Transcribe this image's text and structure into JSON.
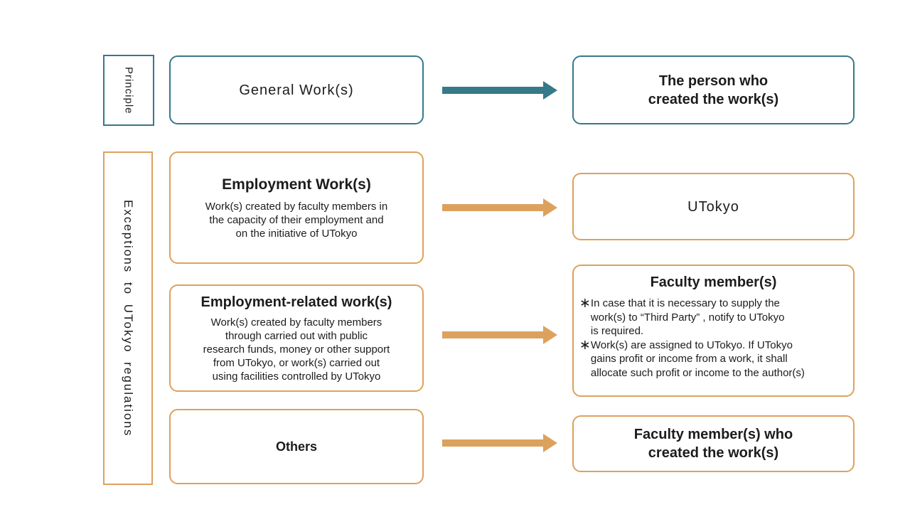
{
  "colors": {
    "teal": "#35798B",
    "orange": "#DDA15E",
    "text": "#1C1C1C",
    "background": "#FFFFFF"
  },
  "left_rail": {
    "principle": "Principle",
    "exceptions": "Exceptions to UTokyo regulations"
  },
  "principle_row": {
    "source": {
      "title": "General Work(s)"
    },
    "target": {
      "title": "The person who\ncreated the work(s)"
    }
  },
  "exception_rows": {
    "employment": {
      "source_title": "Employment Work(s)",
      "source_description": "Work(s) created by faculty members in\nthe capacity of their employment and\non the initiative of UTokyo",
      "target_title": "UTokyo"
    },
    "employment_related": {
      "source_title": "Employment-related work(s)",
      "source_description": "Work(s) created by faculty members\nthrough carried out with public\nresearch funds, money or other support\nfrom UTokyo, or work(s) carried out\nusing facilities controlled by UTokyo",
      "target_title": "Faculty member(s)",
      "target_notes": [
        {
          "marker": "∗",
          "text": "In case that it is necessary to supply the\nwork(s) to “Third Party” , notify to UTokyo\nis required."
        },
        {
          "marker": "∗",
          "text": "Work(s) are assigned to UTokyo. If UTokyo\ngains profit or income from a work, it shall\nallocate such profit or income to the author(s)"
        }
      ]
    },
    "others": {
      "source_title": "Others",
      "target_title": "Faculty member(s) who\ncreated the work(s)"
    }
  }
}
